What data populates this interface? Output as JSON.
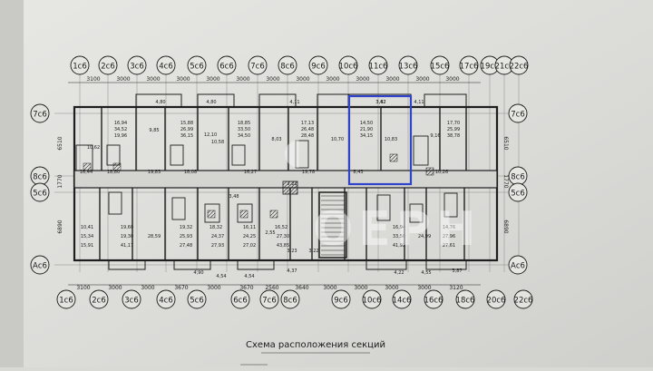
{
  "axes_top": [
    "1с6",
    "2с6",
    "3с6",
    "4с6",
    "5с6",
    "6с6",
    "7с6",
    "8с6",
    "9с6",
    "10с6",
    "11с6",
    "13с6",
    "15с6",
    "17с6",
    "19с6",
    "21с6",
    "22с6"
  ],
  "axes_bottom": [
    "1с6",
    "2с6",
    "3с6",
    "4с6",
    "5с6",
    "6с6",
    "7с6",
    "8с6",
    "9с6",
    "10с6",
    "14с6",
    "16с6",
    "18с6",
    "20с6",
    "22с6"
  ],
  "axes_left": [
    "7с6",
    "8с6",
    "5с6",
    "Ас6"
  ],
  "axes_right": [
    "7с6",
    "8с6",
    "5с6",
    "Ас6"
  ],
  "dims_top": [
    "3100",
    "3000",
    "3000",
    "3000",
    "3000",
    "3000",
    "3000",
    "3000",
    "3000",
    "3000",
    "3000",
    "3000",
    "3000"
  ],
  "dims_bottom": [
    "3100",
    "3000",
    "3000",
    "3670",
    "3000",
    "3670",
    "2560",
    "3640",
    "3000",
    "3000",
    "3000",
    "3000",
    "3120"
  ],
  "dims_side_left": [
    "6510",
    "1770",
    "6890"
  ],
  "dims_side_right": [
    "6510",
    "1770",
    "6890"
  ],
  "room_values": [
    "16,94",
    "34,52",
    "19,96",
    "15,88",
    "26,99",
    "36,15",
    "18,85",
    "33,50",
    "34,50",
    "17,13",
    "26,48",
    "28,48",
    "14,50",
    "21,90",
    "34,15",
    "17,70",
    "25,99",
    "38,78",
    "10,62",
    "9,85",
    "12,10",
    "10,58",
    "8,03",
    "10,70",
    "10,83",
    "9,16",
    "16,44",
    "18,80",
    "19,83",
    "18,08",
    "16,27",
    "19,78",
    "8,43",
    "10,26",
    "10,41",
    "19,60",
    "19,32",
    "18,32",
    "16,11",
    "16,52",
    "16,94",
    "14,76",
    "15,34",
    "19,30",
    "28,59",
    "25,93",
    "24,37",
    "24,25",
    "27,30",
    "33,50",
    "24,99",
    "27,96",
    "15,91",
    "41,17",
    "27,48",
    "27,93",
    "27,02",
    "43,85",
    "41,92",
    "27,61",
    "4,80",
    "4,80",
    "4,11",
    "4,11",
    "3,62",
    "3,21",
    "3,23",
    "3,22",
    "4,37",
    "4,90",
    "4,54",
    "4,54",
    "4,22",
    "4,55",
    "3,87",
    "3,42",
    "3,48",
    "2,55"
  ],
  "caption": "Схема расположения секций",
  "highlight_color": "#2f44c8",
  "watermark_color": "#ffffff"
}
